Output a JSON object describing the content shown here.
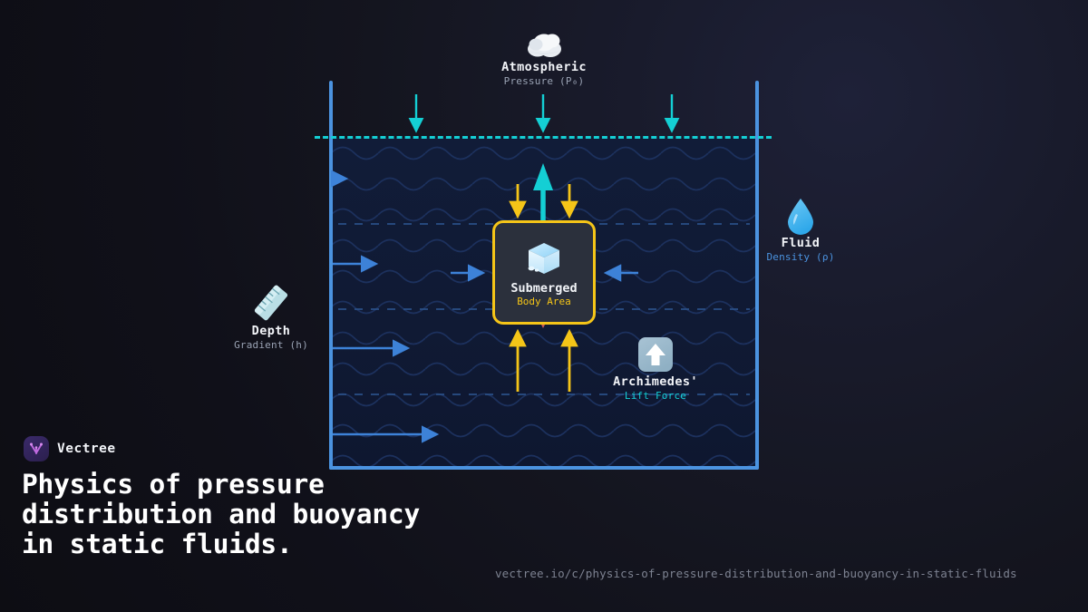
{
  "brand": {
    "name": "Vectree",
    "logo_icon": "vectree-v-logo"
  },
  "headline": "Physics of pressure distribution and buoyancy in static fluids.",
  "url": "vectree.io/c/physics-of-pressure-distribution-and-buoyancy-in-static-fluids",
  "colors": {
    "background": "#0f0f16",
    "fluid": "#111c38",
    "tank_wall": "#4b93e0",
    "surface_line": "#14cfd4",
    "pressure_arrow": "#f5c518",
    "buoyancy_arrow": "#14cfd4",
    "weight_arrow": "#f1685e",
    "lateral_arrow": "#3d82d8",
    "body_border": "#f5c518",
    "body_fill": "#2b303c",
    "brand_accent": "#c06ae0"
  },
  "nodes": {
    "atmospheric": {
      "icon": "cloud-icon",
      "title": "Atmospheric",
      "subtitle": "Pressure (P₀)"
    },
    "depth": {
      "icon": "ruler-icon",
      "title": "Depth",
      "subtitle": "Gradient (h)"
    },
    "fluid": {
      "icon": "water-drop-icon",
      "title": "Fluid",
      "subtitle": "Density (ρ)"
    },
    "submerged_body": {
      "icon": "ice-cube-icon",
      "title": "Submerged",
      "subtitle": "Body Area"
    },
    "archimedes": {
      "icon": "up-arrow-button-icon",
      "title": "Archimedes'",
      "subtitle": "Lift Force"
    }
  },
  "diagram": {
    "atmospheric_arrows_count": 3,
    "depth_gradient_lines": 3,
    "lateral_pressure_arrows": 4,
    "downward_pressure_arrows_on_body": 2,
    "upward_pressure_arrows_on_body": 2,
    "buoyancy_arrows": 1,
    "weight_arrows": 1,
    "side_squeeze_arrows": 2
  }
}
